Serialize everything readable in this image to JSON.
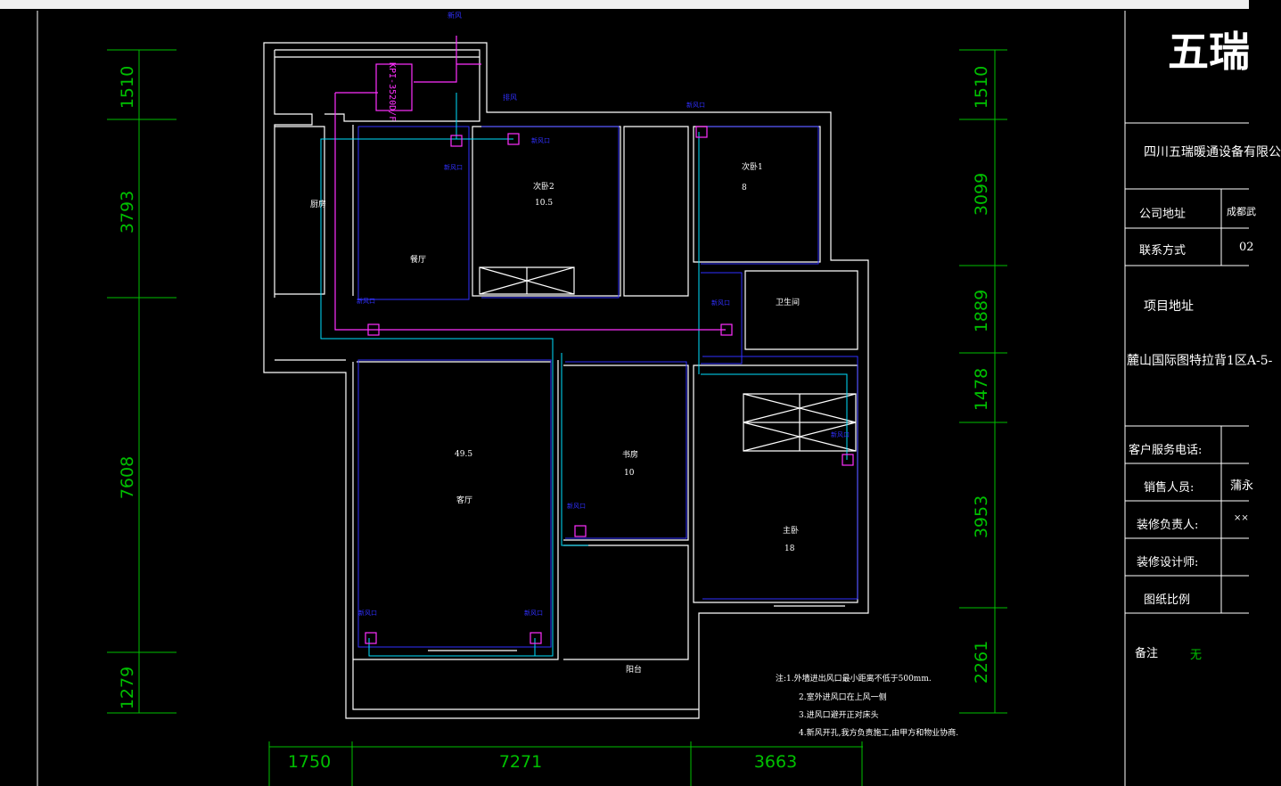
{
  "titleblock": {
    "logo_text": "五瑞",
    "company": "四川五瑞暖通设备有限公",
    "address_label": "公司地址",
    "address_value": "成都武",
    "contact_label": "联系方式",
    "contact_value": "02",
    "project_label": "项目地址",
    "project_value": "麓山国际图特拉背1区A-5-",
    "service_label": "客户服务电话:",
    "sales_label": "销售人员:",
    "sales_value": "蒲永",
    "decor_label": "装修负责人:",
    "decor_value": "××",
    "designer_label": "装修设计师:",
    "scale_label": "图纸比例",
    "remark_label": "备注",
    "remark_value": "无"
  },
  "dimensions": {
    "left": [
      "1510",
      "3793",
      "7608",
      "1279"
    ],
    "right": [
      "1510",
      "3099",
      "1889",
      "1478",
      "3953",
      "2261"
    ],
    "bottom": [
      "1750",
      "7271",
      "3663"
    ]
  },
  "rooms": {
    "kitchen": "厨房",
    "dining": "餐厅",
    "bed2": "次卧2",
    "bed2_area": "10.5",
    "bed1": "次卧1",
    "bed1_area": "8",
    "bath": "卫生间",
    "living_area": "49.5",
    "living": "客厅",
    "study": "书房",
    "study_area": "10",
    "master": "主卧",
    "master_area": "18",
    "balcony": "阳台"
  },
  "equipment": {
    "unit_label": "KPI-3520D/F",
    "outdoor_in": "新风",
    "outdoor_out": "排风",
    "vent_label": "新风口"
  },
  "notes": [
    "注:1.外墙进出风口最小距离不低于500mm.",
    "2.室外进风口在上风一侧",
    "3.进风口避开正对床头",
    "4.新风开孔,我方负责施工,由甲方和物业协商."
  ],
  "colors": {
    "wall": "#ffffff",
    "duct_blue": "#3030ff",
    "duct_cyan": "#00e0ff",
    "duct_magenta": "#ff30ff",
    "dim_green": "#00c000"
  }
}
